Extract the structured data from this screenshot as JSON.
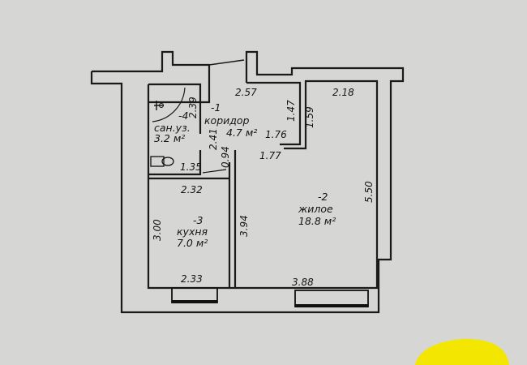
{
  "plan": {
    "rooms": [
      {
        "number": "-1",
        "name": "коридор",
        "area": "4.7 м²"
      },
      {
        "number": "-2",
        "name": "жилое",
        "area": "18.8 м²"
      },
      {
        "number": "-3",
        "name": "кухня",
        "area": "7.0 м²"
      },
      {
        "number": "-4",
        "name": "сан.уз.",
        "area": "3.2 м²"
      }
    ],
    "dimensions": {
      "corridor_top": "2.57",
      "corridor_notch_v": "1.47",
      "corridor_notch_h": "1.76",
      "corridor_left": "2.41",
      "corridor_low": "1.77",
      "corridor_door": "0.94",
      "living_top": "2.18",
      "living_notch": "1.59",
      "living_right": "5.50",
      "living_left": "3.94",
      "living_bottom": "3.88",
      "kitchen_top": "2.32",
      "kitchen_left": "3.00",
      "kitchen_bottom": "2.33",
      "bath_right": "2.39",
      "bath_bottom": "1.35"
    }
  },
  "colors": {
    "background": "#d6d6d4",
    "wall": "#1a1a1a",
    "highlight": "#f3e600"
  }
}
